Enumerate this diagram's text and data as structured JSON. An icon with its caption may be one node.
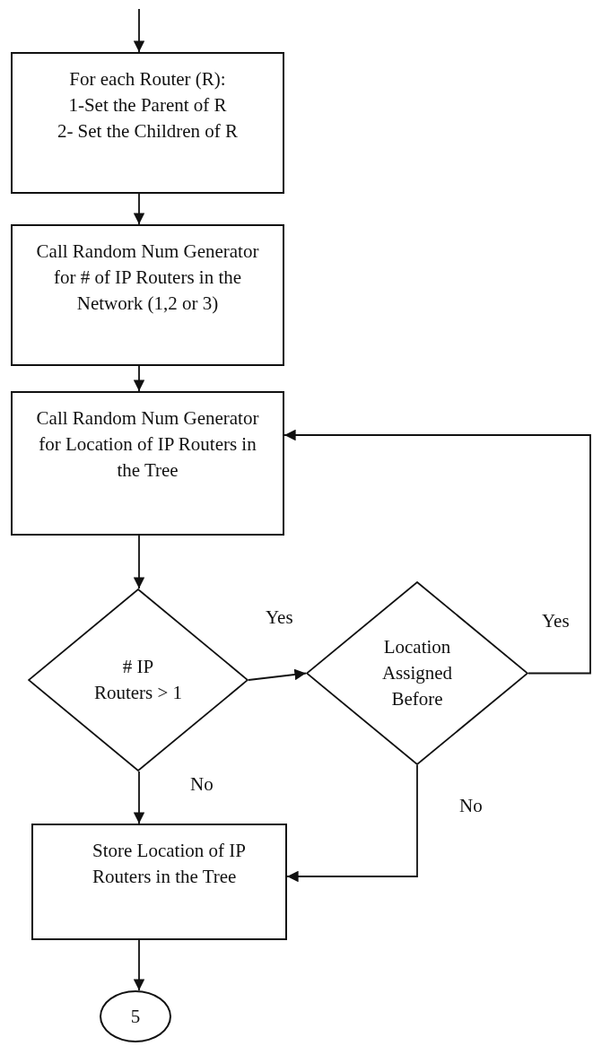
{
  "diagram": {
    "nodes": [
      {
        "text": [
          "For each Router (R):",
          "1-Set the Parent of R",
          "2- Set the Children of R"
        ]
      },
      {
        "text": [
          "Call Random Num Generator for # of IP Routers in the Network (1,2 or 3)"
        ]
      },
      {
        "text": [
          "Call Random Num Generator for Location of IP Routers in the Tree"
        ]
      },
      {
        "text": [
          "# IP Routers > 1"
        ]
      },
      {
        "text": [
          "Location Assigned Before"
        ]
      },
      {
        "text": [
          "Store Location of IP Routers in the Tree"
        ]
      },
      {
        "text": [
          "5"
        ]
      }
    ],
    "edges": [
      {
        "from": null,
        "to": 0,
        "arrow": "to"
      },
      {
        "from": 0,
        "to": 1,
        "arrow": "to"
      },
      {
        "from": 1,
        "to": 2,
        "arrow": "to"
      },
      {
        "from": 2,
        "to": 3,
        "arrow": "to"
      },
      {
        "from": 3,
        "to": 4,
        "arrow": "to",
        "label": "Yes"
      },
      {
        "from": 4,
        "to": 2,
        "arrow": "to",
        "label": "Yes"
      },
      {
        "from": 3,
        "to": 5,
        "arrow": "to",
        "label": "No"
      },
      {
        "from": 4,
        "to": 5,
        "arrow": "to",
        "label": "No"
      },
      {
        "from": 5,
        "to": 6,
        "arrow": "to"
      }
    ]
  }
}
